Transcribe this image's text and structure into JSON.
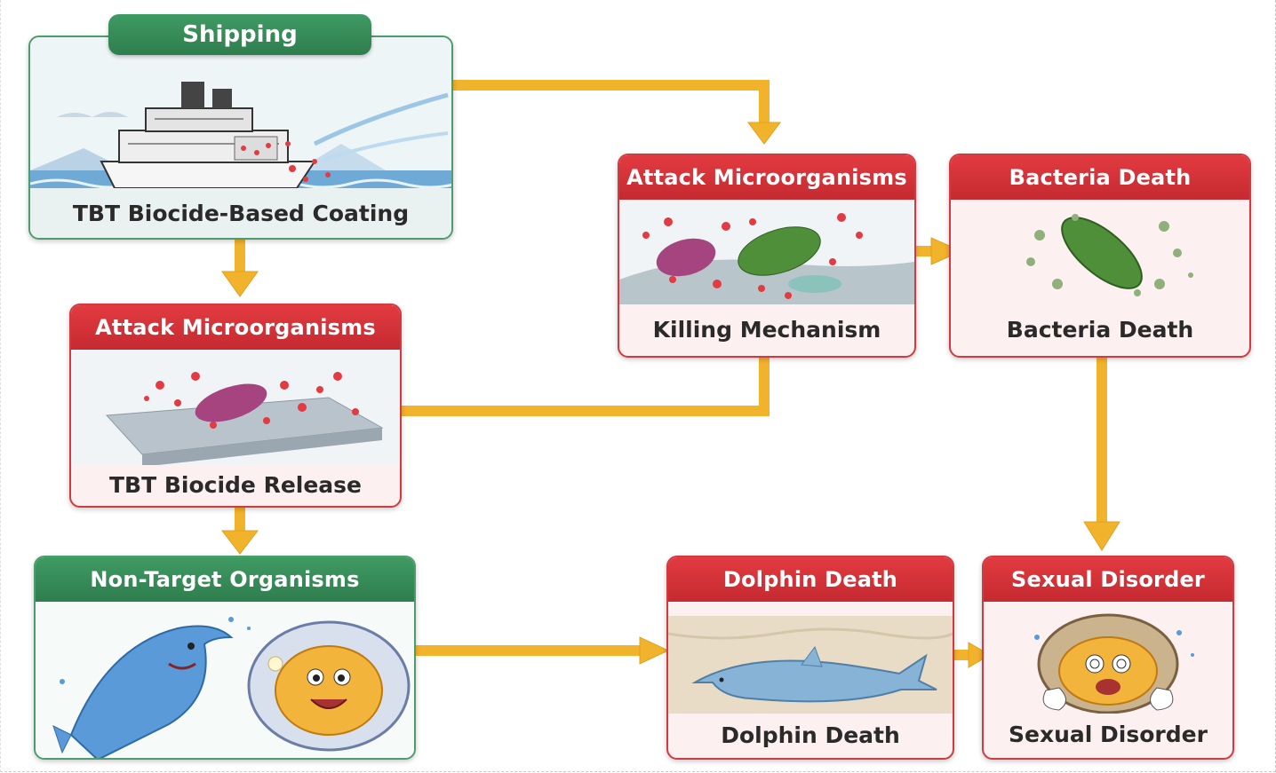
{
  "colors": {
    "arrow": "#f5b82e",
    "red_header": "#d23a3f",
    "green_header": "#3a8f5b"
  },
  "nodes": {
    "shipping": {
      "header": "Shipping",
      "caption": "TBT Biocide-Based Coating",
      "icon": "ship-icon"
    },
    "attack_left": {
      "header": "Attack Microorganisms",
      "caption": "TBT Biocide Release",
      "icon": "bacteria-on-surface-icon"
    },
    "non_target": {
      "header": "Non-Target Organisms",
      "icon": "dolphin-and-oyster-icon"
    },
    "attack_top": {
      "header": "Attack Microorganisms",
      "caption": "Killing Mechanism",
      "icon": "bacteria-attack-icon"
    },
    "bacteria_death": {
      "header": "Bacteria Death",
      "caption": "Bacteria Death",
      "icon": "dead-bacterium-icon"
    },
    "dolphin_death": {
      "header": "Dolphin Death",
      "caption": "Dolphin Death",
      "icon": "stranded-dolphin-icon"
    },
    "sexual_disorder": {
      "header": "Sexual Disorder",
      "caption": "Sexual Disorder",
      "icon": "distressed-oyster-icon"
    }
  }
}
